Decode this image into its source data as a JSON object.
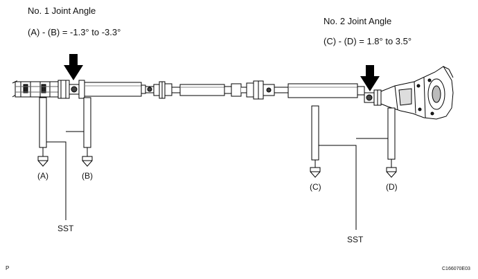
{
  "joint1": {
    "title": "No. 1 Joint Angle",
    "equation": "(A) - (B) = -1.3° to -3.3°"
  },
  "joint2": {
    "title": "No. 2 Joint Angle",
    "equation": "(C) - (D) = 1.8° to 3.5°"
  },
  "gauges": {
    "a": "(A)",
    "b": "(B)",
    "c": "(C)",
    "d": "(D)"
  },
  "sst_left": "SST",
  "sst_right": "SST",
  "corner_mark": "P",
  "figure_code": "C166070E03"
}
